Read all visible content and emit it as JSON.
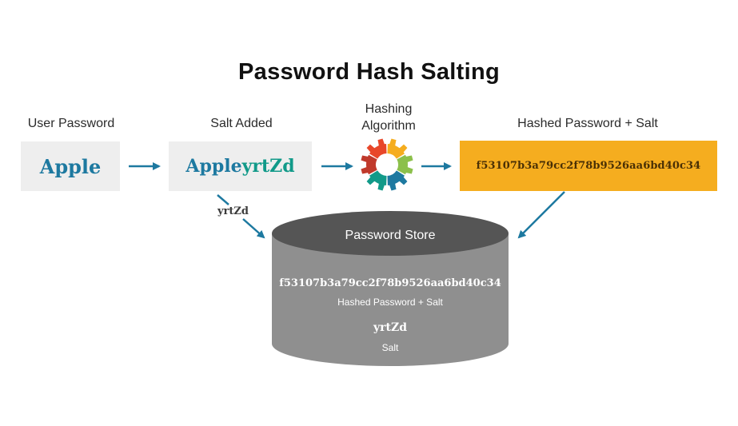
{
  "title": "Password Hash Salting",
  "steps": {
    "user_password_label": "User Password",
    "salt_added_label": "Salt Added",
    "hashing_label_line1": "Hashing",
    "hashing_label_line2": "Algorithm",
    "hashed_label": "Hashed Password + Salt"
  },
  "values": {
    "password": "Apple",
    "salted_password_base": "Apple",
    "salted_password_salt": "yrtZd",
    "hash": "f53107b3a79cc2f78b9526aa6bd40c34",
    "salt": "yrtZd"
  },
  "store": {
    "title": "Password Store",
    "hash_value": "f53107b3a79cc2f78b9526aa6bd40c34",
    "hash_caption": "Hashed Password + Salt",
    "salt_value": "yrtZd",
    "salt_caption": "Salt"
  },
  "icons": {
    "arrow": "arrow-right-icon",
    "gear": "gear-icon"
  },
  "colors": {
    "accent_blue": "#1d79a0",
    "salt_green": "#119a89",
    "hash_box": "#f5ad1f",
    "store_body": "#8f8f8f",
    "store_top": "#555555",
    "gear_segments": [
      "#f5ad1f",
      "#8cc04b",
      "#1d79a0",
      "#119a89",
      "#c0392b",
      "#e8472a"
    ]
  }
}
